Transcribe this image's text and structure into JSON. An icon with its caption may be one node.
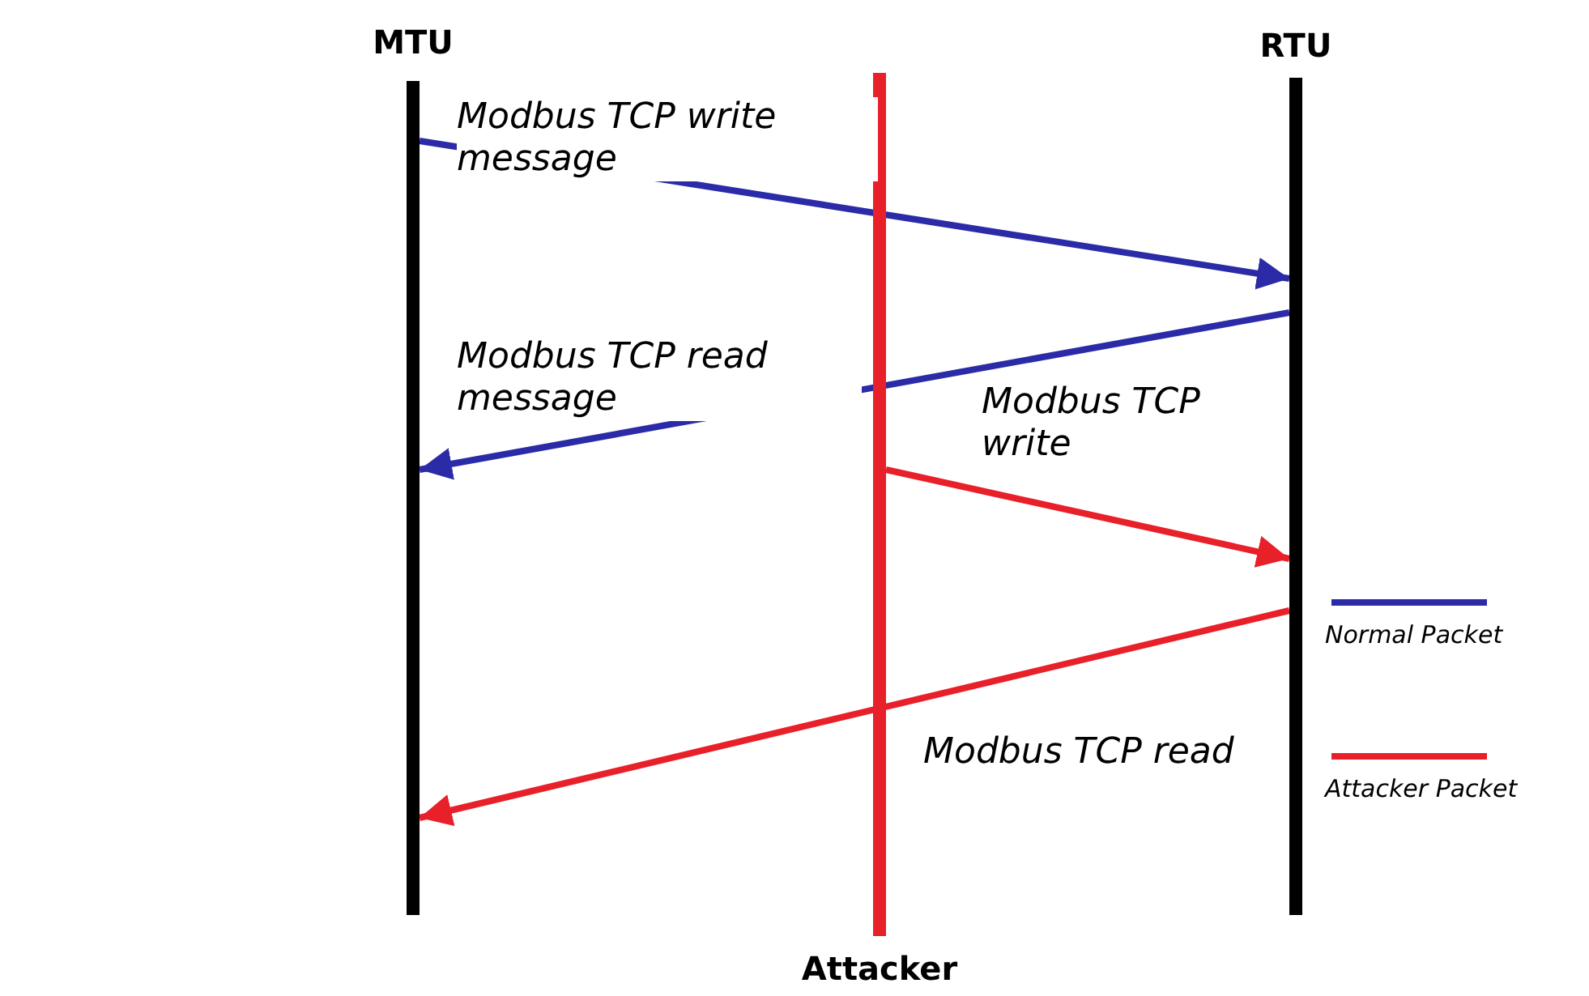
{
  "diagram": {
    "nodes": [
      {
        "text": [
          "MTU"
        ]
      },
      {
        "text": [
          "Attacker"
        ]
      },
      {
        "text": [
          "RTU"
        ]
      }
    ],
    "edges": [
      {
        "from": 0,
        "to": 2,
        "arrow": "to",
        "label": "Modbus TCP write message",
        "color": "#2b2ba8"
      },
      {
        "from": 2,
        "to": 0,
        "arrow": "to",
        "label": "Modbus TCP read message",
        "color": "#2b2ba8"
      },
      {
        "from": 1,
        "to": 2,
        "arrow": "to",
        "label": "Modbus TCP write",
        "color": "#e8202a"
      },
      {
        "from": 2,
        "to": 0,
        "arrow": "to",
        "label": "Modbus TCP read",
        "color": "#e8202a"
      }
    ],
    "legend": [
      {
        "text": "Normal Packet"
      },
      {
        "text": "Attacker Packet"
      }
    ]
  }
}
